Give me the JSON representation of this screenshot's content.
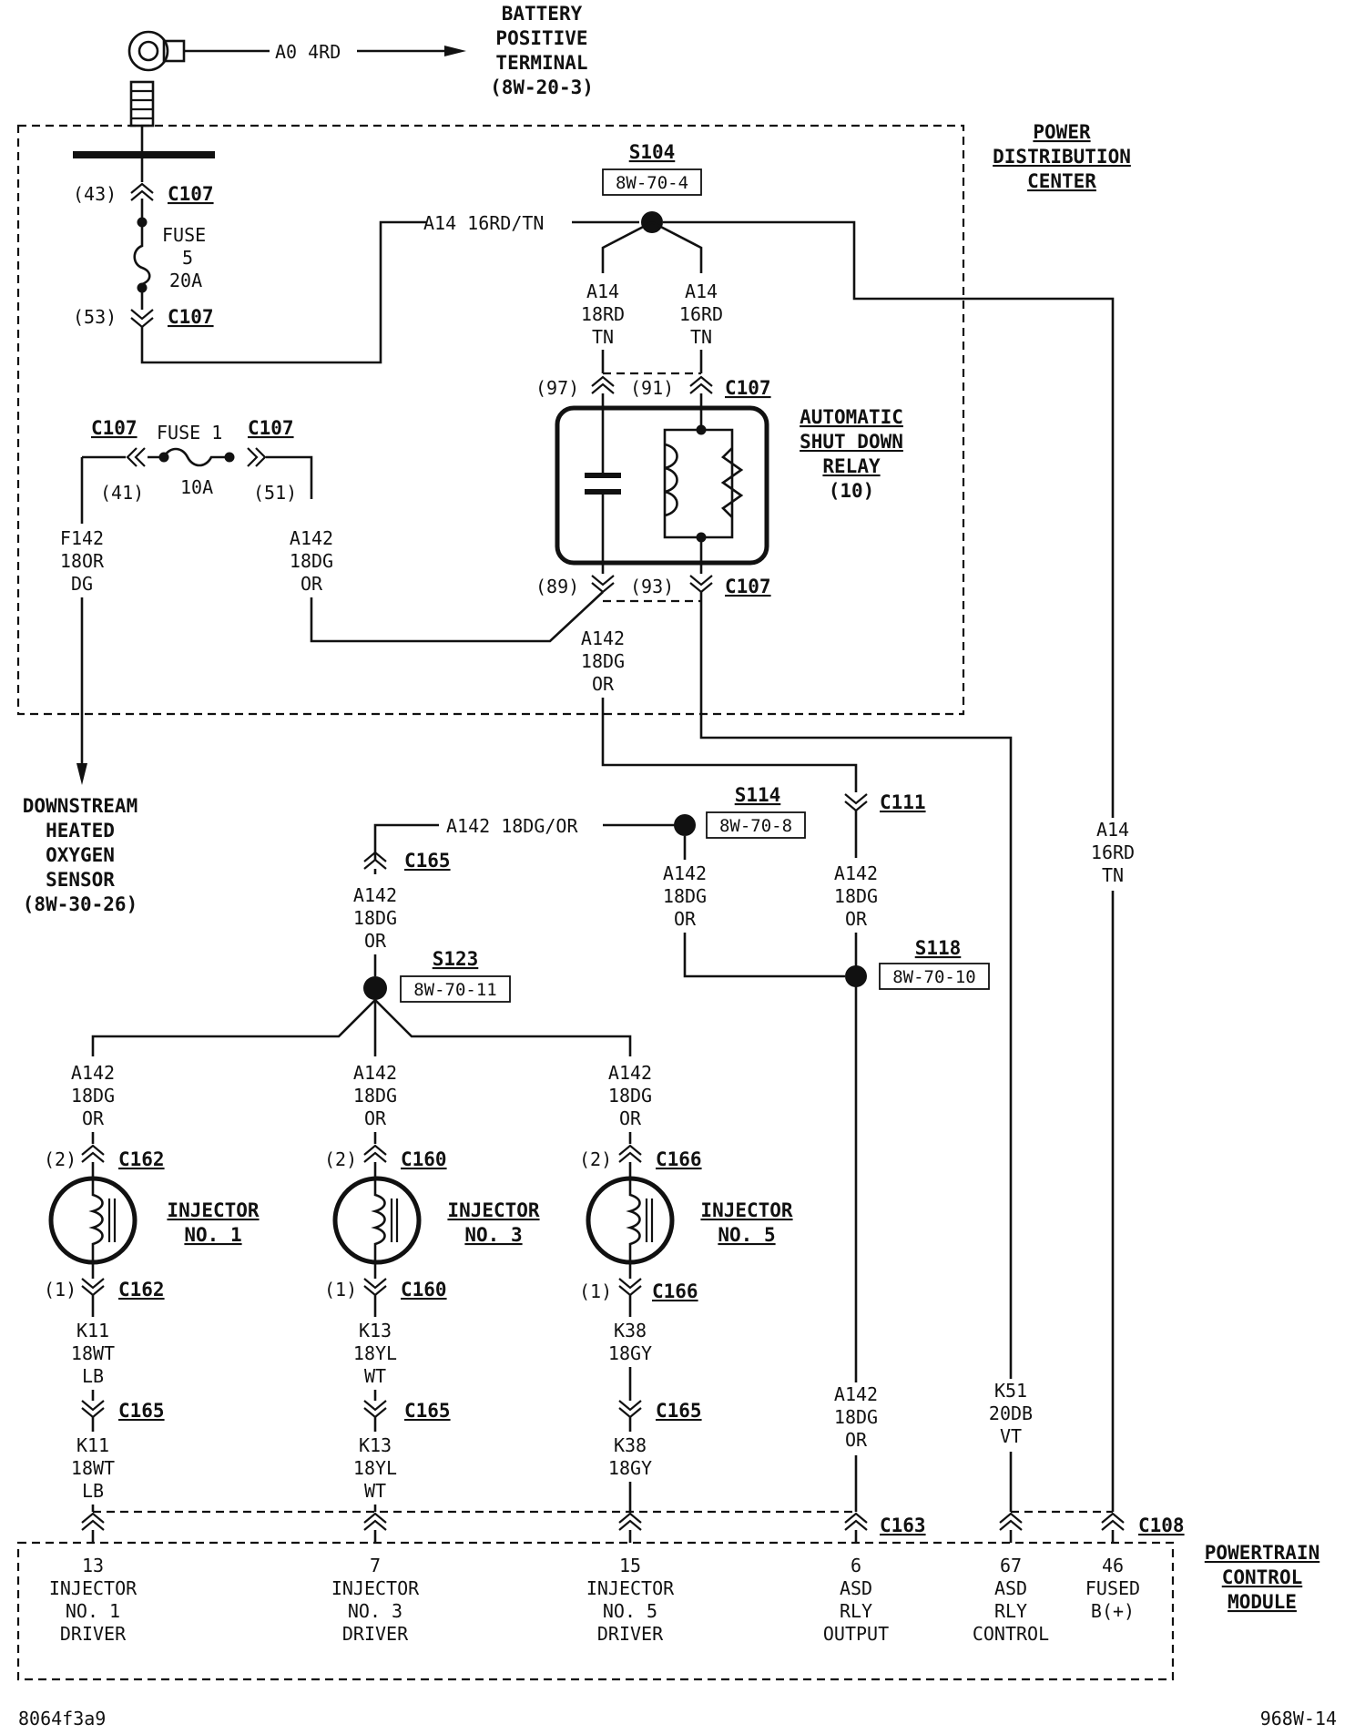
{
  "battery": {
    "wire_label": "A0 4RD",
    "title": [
      "BATTERY",
      "POSITIVE",
      "TERMINAL",
      "(8W-20-3)"
    ]
  },
  "pdc": {
    "title": [
      "POWER",
      "DISTRIBUTION",
      "CENTER"
    ],
    "fuse5": {
      "pin_top": "(43)",
      "pin_bottom": "(53)",
      "conn": "C107",
      "label": [
        "FUSE",
        "5",
        "20A"
      ]
    },
    "fuse1": {
      "conn_left": "C107",
      "conn_right": "C107",
      "label": "FUSE 1",
      "rating": "10A",
      "pin_left": "(41)",
      "pin_right": "(51)"
    },
    "s104": {
      "name": "S104",
      "ref": "8W-70-4"
    },
    "wire_a14_main": "A14 16RD/TN",
    "wire_a14_left": [
      "A14",
      "18RD",
      "TN"
    ],
    "wire_a14_right": [
      "A14",
      "16RD",
      "TN"
    ],
    "wire_f142": [
      "F142",
      "18OR",
      "DG"
    ],
    "wire_a142_left": [
      "A142",
      "18DG",
      "OR"
    ],
    "wire_a142_out": [
      "A142",
      "18DG",
      "OR"
    ],
    "relay": {
      "title": [
        "AUTOMATIC",
        "SHUT DOWN",
        "RELAY",
        "(10)"
      ],
      "pin_97": "(97)",
      "pin_91": "(91)",
      "pin_89": "(89)",
      "pin_93": "(93)",
      "conn_top": "C107",
      "conn_bottom": "C107"
    }
  },
  "o2_sensor": {
    "title": [
      "DOWNSTREAM",
      "HEATED",
      "OXYGEN",
      "SENSOR",
      "(8W-30-26)"
    ]
  },
  "splices": {
    "s114": {
      "name": "S114",
      "ref": "8W-70-8"
    },
    "s118": {
      "name": "S118",
      "ref": "8W-70-10"
    },
    "s123": {
      "name": "S123",
      "ref": "8W-70-11"
    }
  },
  "wires": {
    "a142_top": "A142 18DG/OR",
    "c165_top": "C165",
    "c111": "C111",
    "a142_s114": [
      "A142",
      "18DG",
      "OR"
    ],
    "a142_c111": [
      "A142",
      "18DG",
      "OR"
    ],
    "a142_c165": [
      "A142",
      "18DG",
      "OR"
    ],
    "a14_right": [
      "A14",
      "16RD",
      "TN"
    ],
    "a142_pcm": [
      "A142",
      "18DG",
      "OR"
    ],
    "k51": [
      "K51",
      "20DB",
      "VT"
    ]
  },
  "injectors": [
    {
      "wire_in": [
        "A142",
        "18DG",
        "OR"
      ],
      "conn": "C162",
      "pin_top": "(2)",
      "pin_bottom": "(1)",
      "title": [
        "INJECTOR",
        "NO. 1"
      ],
      "wire_out": [
        "K11",
        "18WT",
        "LB"
      ],
      "c165": "C165",
      "wire_out2": [
        "K11",
        "18WT",
        "LB"
      ]
    },
    {
      "wire_in": [
        "A142",
        "18DG",
        "OR"
      ],
      "conn": "C160",
      "pin_top": "(2)",
      "pin_bottom": "(1)",
      "title": [
        "INJECTOR",
        "NO. 3"
      ],
      "wire_out": [
        "K13",
        "18YL",
        "WT"
      ],
      "c165": "C165",
      "wire_out2": [
        "K13",
        "18YL",
        "WT"
      ]
    },
    {
      "wire_in": [
        "A142",
        "18DG",
        "OR"
      ],
      "conn": "C166",
      "pin_top": "(2)",
      "pin_bottom": "(1)",
      "title": [
        "INJECTOR",
        "NO. 5"
      ],
      "wire_out": [
        "K38",
        "18GY"
      ],
      "c165": "C165",
      "wire_out2": [
        "K38",
        "18GY"
      ]
    }
  ],
  "pcm": {
    "title": [
      "POWERTRAIN",
      "CONTROL",
      "MODULE"
    ],
    "conn_c163": "C163",
    "conn_c108": "C108",
    "pins": [
      {
        "num": "13",
        "desc": [
          "INJECTOR",
          "NO. 1",
          "DRIVER"
        ]
      },
      {
        "num": "7",
        "desc": [
          "INJECTOR",
          "NO. 3",
          "DRIVER"
        ]
      },
      {
        "num": "15",
        "desc": [
          "INJECTOR",
          "NO. 5",
          "DRIVER"
        ]
      },
      {
        "num": "6",
        "desc": [
          "ASD",
          "RLY",
          "OUTPUT"
        ]
      },
      {
        "num": "67",
        "desc": [
          "ASD",
          "RLY",
          "CONTROL"
        ]
      },
      {
        "num": "46",
        "desc": [
          "FUSED",
          "B(+)"
        ]
      }
    ]
  },
  "footer": {
    "left": "8064f3a9",
    "right": "968W-14"
  }
}
